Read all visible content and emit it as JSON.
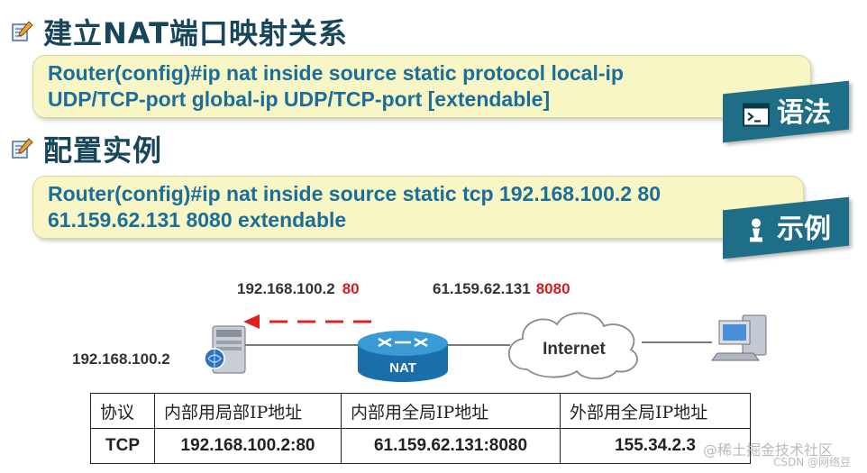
{
  "heading1": "建立NAT端口映射关系",
  "syntax": {
    "line1": "Router(config)#ip nat inside source static protocol local-ip",
    "line2": "UDP/TCP-port global-ip UDP/TCP-port [extendable]",
    "tag": "语法"
  },
  "heading2": "配置实例",
  "example": {
    "line1": "Router(config)#ip nat inside source static tcp 192.168.100.2 80",
    "line2": "61.159.62.131 8080 extendable",
    "tag": "示例"
  },
  "diagram": {
    "local_ip": "192.168.100.2",
    "local_port": "80",
    "global_ip": "61.159.62.131",
    "global_port": "8080",
    "server_label": "192.168.100.2",
    "nat_label": "NAT",
    "internet_label": "Internet",
    "arrow_color": "#e02020",
    "router_color": "#1d7fb5"
  },
  "table": {
    "headers": [
      "协议",
      "内部用局部IP地址",
      "内部用全局IP地址",
      "外部用全局IP地址"
    ],
    "row": [
      "TCP",
      "192.168.100.2:80",
      "61.159.62.131:8080",
      "155.34.2.3"
    ]
  },
  "watermark": {
    "line1": "@稀土掘金技术社区",
    "line2": "CSDN @网络豆"
  }
}
